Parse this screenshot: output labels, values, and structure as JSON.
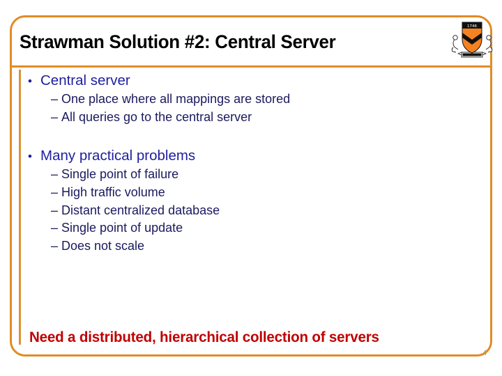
{
  "slide": {
    "title": "Strawman Solution #2: Central Server",
    "number": "4",
    "logo_name": "princeton-shield-logo",
    "logo_year": "1746",
    "logo_motto": "VIGET"
  },
  "colors": {
    "frame": "#E08C26",
    "accent_line": "#DB9236",
    "title_text": "#000000",
    "bullet_level1": "#1F1F9E",
    "bullet_level2": "#1A1A5E",
    "footer": "#C00000",
    "shield_orange": "#F58220",
    "shield_black": "#111111",
    "slide_number": "#9a9a9a"
  },
  "body": {
    "groups": [
      {
        "heading": "Central server",
        "marker": "•",
        "items": [
          {
            "marker": "–",
            "text": "One place where all mappings are stored"
          },
          {
            "marker": "–",
            "text": "All queries go to the central server"
          }
        ]
      },
      {
        "heading": "Many practical problems",
        "marker": "•",
        "items": [
          {
            "marker": "–",
            "text": "Single point of failure"
          },
          {
            "marker": "–",
            "text": "High traffic volume"
          },
          {
            "marker": "–",
            "text": "Distant centralized database"
          },
          {
            "marker": "–",
            "text": "Single point of update"
          },
          {
            "marker": "–",
            "text": "Does not scale"
          }
        ]
      }
    ]
  },
  "footer": {
    "text": "Need a distributed, hierarchical collection of servers"
  }
}
